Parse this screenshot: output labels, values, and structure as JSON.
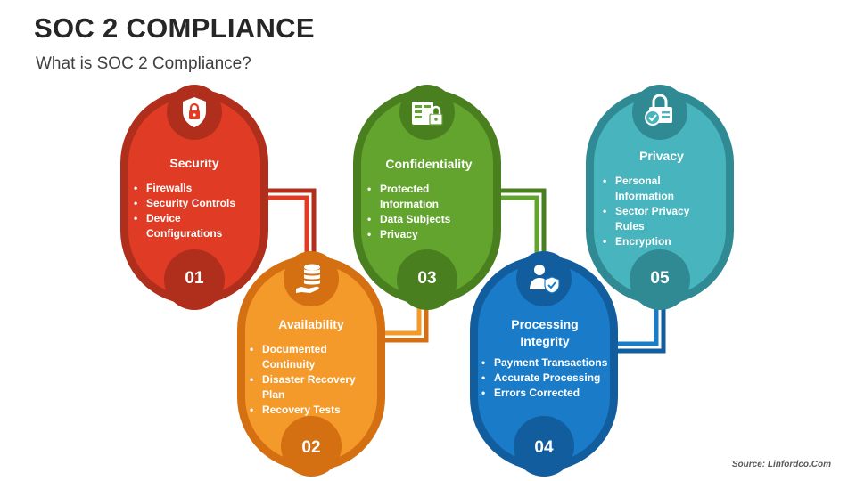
{
  "header": {
    "title": "SOC 2 COMPLIANCE",
    "subtitle": "What is SOC 2 Compliance?"
  },
  "steps": [
    {
      "number": "01",
      "title": "Security",
      "items": [
        "Firewalls",
        "Security Controls",
        "Device Configurations"
      ],
      "color": "#e03c25",
      "dark": "#b02e1c",
      "icon": "shield-lock-icon"
    },
    {
      "number": "02",
      "title": "Availability",
      "items": [
        "Documented Continuity",
        "Disaster Recovery Plan",
        "Recovery Tests"
      ],
      "color": "#f39a2b",
      "dark": "#d46f12",
      "icon": "database-hand-icon"
    },
    {
      "number": "03",
      "title": "Confidentiality",
      "items": [
        "Protected Information",
        "Data Subjects",
        "Privacy"
      ],
      "color": "#62a42e",
      "dark": "#4a7f1f",
      "icon": "document-lock-icon"
    },
    {
      "number": "04",
      "title": "Processing Integrity",
      "items": [
        "Payment Transactions",
        "Accurate Processing",
        "Errors Corrected"
      ],
      "color": "#1a7cc9",
      "dark": "#125d9e",
      "icon": "user-shield-icon"
    },
    {
      "number": "05",
      "title": "Privacy",
      "items": [
        "Personal Information",
        "Sector Privacy Rules",
        "Encryption"
      ],
      "color": "#48b4bd",
      "dark": "#2f8a93",
      "icon": "padlock-check-icon"
    }
  ],
  "footer": {
    "source": "Source: Linfordco.Com"
  }
}
